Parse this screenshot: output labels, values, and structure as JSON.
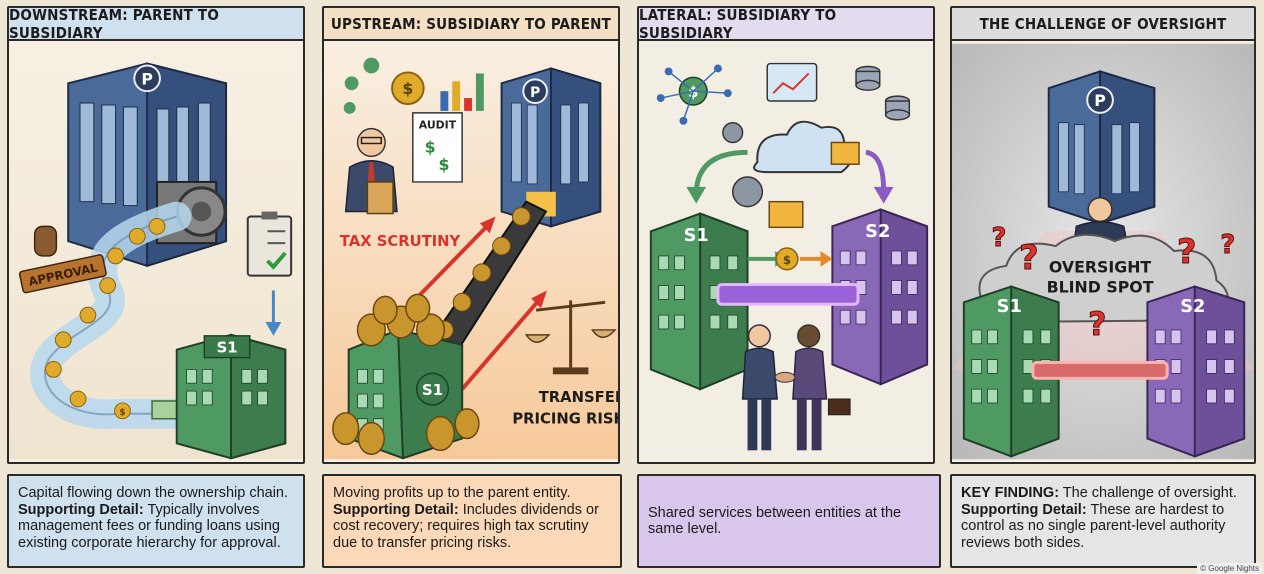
{
  "panels": [
    {
      "title": "DOWNSTREAM: PARENT TO SUBSIDIARY",
      "labels": {
        "parent": "P",
        "sub": "S1",
        "stamp": "APPROVAL",
        "coin": "$"
      },
      "card": {
        "lead": "Capital flowing down the ownership chain.",
        "detail_label": "Supporting Detail:",
        "detail_text": " Typically involves management fees or funding loans using existing corporate hierarchy for approval."
      }
    },
    {
      "title": "UPSTREAM: SUBSIDIARY TO PARENT",
      "labels": {
        "parent": "P",
        "sub": "S1",
        "audit": "AUDIT",
        "tax": "TAX SCRUTINY",
        "risk_line1": "TRANSFER",
        "risk_line2": "PRICING RISK",
        "coin": "$"
      },
      "card": {
        "lead": "Moving profits up to the parent entity.",
        "detail_label": "Supporting Detail:",
        "detail_text": " Includes dividends or cost recovery; requires high tax scrutiny due to transfer pricing risks."
      }
    },
    {
      "title": "LATERAL: SUBSIDIARY TO SUBSIDIARY",
      "labels": {
        "s1": "S1",
        "s2": "S2",
        "coin": "$"
      },
      "card": {
        "lead": "Shared services between entities at the same level."
      }
    },
    {
      "title": "THE CHALLENGE OF OVERSIGHT",
      "labels": {
        "parent": "P",
        "s1": "S1",
        "s2": "S2",
        "cloud_line1": "OVERSIGHT",
        "cloud_line2": "BLIND SPOT",
        "q": "?"
      },
      "card": {
        "lead_label": "KEY FINDING:",
        "lead": " The challenge of oversight.",
        "detail_label": "Supporting Detail:",
        "detail_text": " These are hardest to control as no single parent-level authority reviews both sides."
      }
    }
  ],
  "credit": "© Google Nights",
  "colors": {
    "parent": "#3f5f8f",
    "s1": "#3f8a55",
    "s2": "#7a5aa8",
    "gold": "#e0aa2a",
    "red": "#d9342b"
  }
}
